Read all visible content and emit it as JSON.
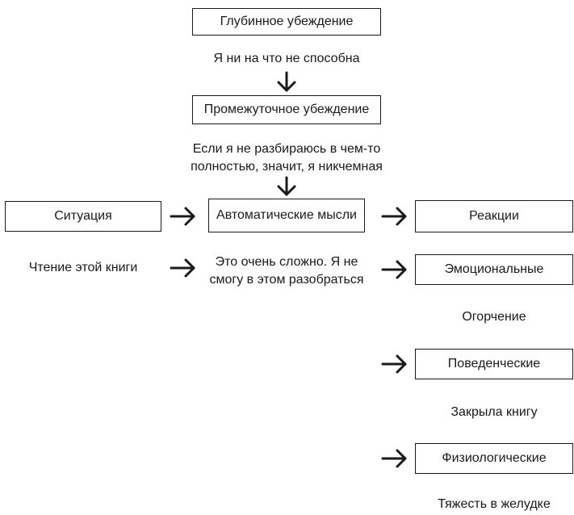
{
  "colors": {
    "ink": "#1a1a1a",
    "background": "#ffffff"
  },
  "core": {
    "box_label": "Глубинное убеждение",
    "text": "Я ни на что не способна"
  },
  "intermediate": {
    "box_label": "Промежуточное убеждение",
    "text": "Если я не разбираюсь в чем-то\nполностью, значит, я никчемная"
  },
  "situation": {
    "box_label": "Ситуация",
    "text": "Чтение этой книги"
  },
  "automatic_thoughts": {
    "box_label": "Автоматические мысли",
    "text": "Это очень сложно. Я не\nсмогу в этом разобраться"
  },
  "reactions": {
    "box_label": "Реакции",
    "items": [
      {
        "label": "Эмоциональные",
        "value": "Огорчение"
      },
      {
        "label": "Поведенческие",
        "value": "Закрыла книгу"
      },
      {
        "label": "Физиологические",
        "value": "Тяжесть в желудке"
      }
    ]
  },
  "icons": [
    "arrow-down-icon",
    "arrow-right-icon"
  ]
}
